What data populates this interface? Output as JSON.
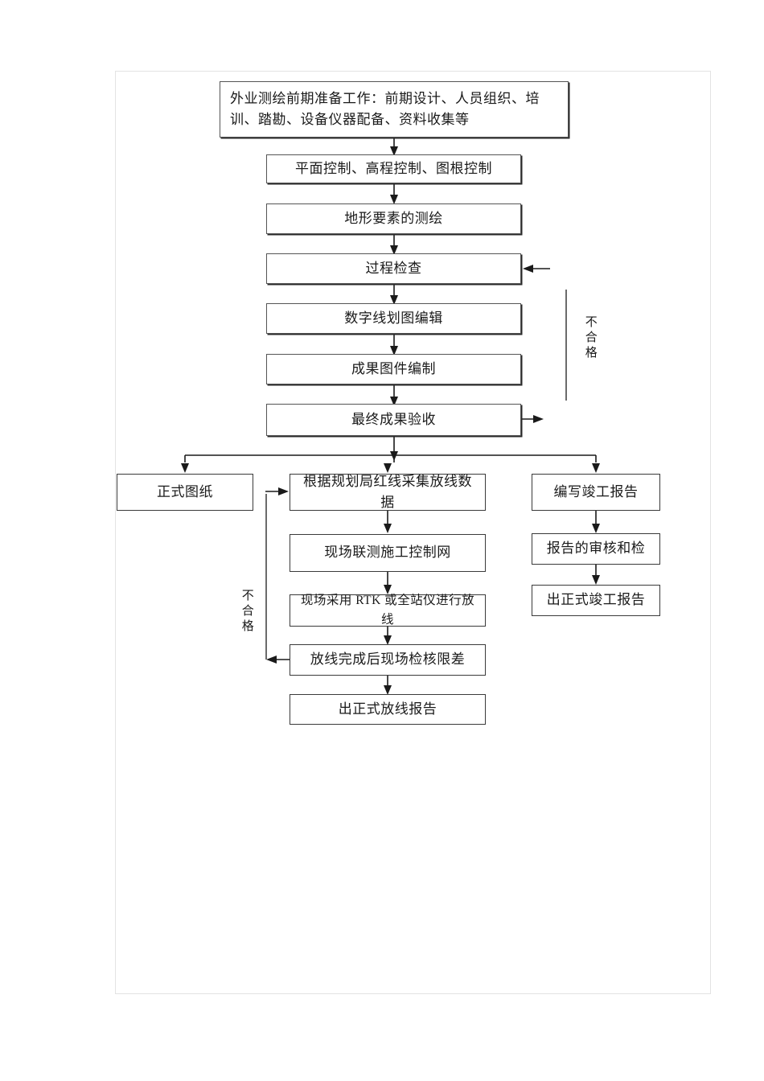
{
  "document": {
    "type": "flowchart",
    "language": "zh-CN",
    "title": "外业测绘与放线竣工流程图"
  },
  "nodes": {
    "prep": "外业测绘前期准备工作：前期设计、人员组织、培训、踏勘、设备仪器配备、资料收集等",
    "control": "平面控制、高程控制、图根控制",
    "survey": "地形要素的测绘",
    "process_check": "过程检查",
    "dlg_edit": "数字线划图编辑",
    "result_map": "成果图件编制",
    "final_accept": "最终成果验收",
    "formal_drawing": "正式图纸",
    "collect_data": "根据规划局红线采集放线数据",
    "link_control_net": "现场联测施工控制网",
    "rtk_layout": "现场采用 RTK 或全站仪进行放线",
    "onsite_check": "放线完成后现场检核限差",
    "layout_report": "出正式放线报告",
    "write_completion": "编写竣工报告",
    "review_check": "报告的审核和检",
    "formal_completion": "出正式竣工报告"
  },
  "labels": {
    "reject_upper": "不合格",
    "reject_lower": "不合格"
  },
  "colors": {
    "node_border": "#3a3a3a",
    "connector": "#1a1a1a",
    "page_border": "#e3e3e3",
    "background": "#ffffff",
    "text": "#1a1a1a"
  }
}
